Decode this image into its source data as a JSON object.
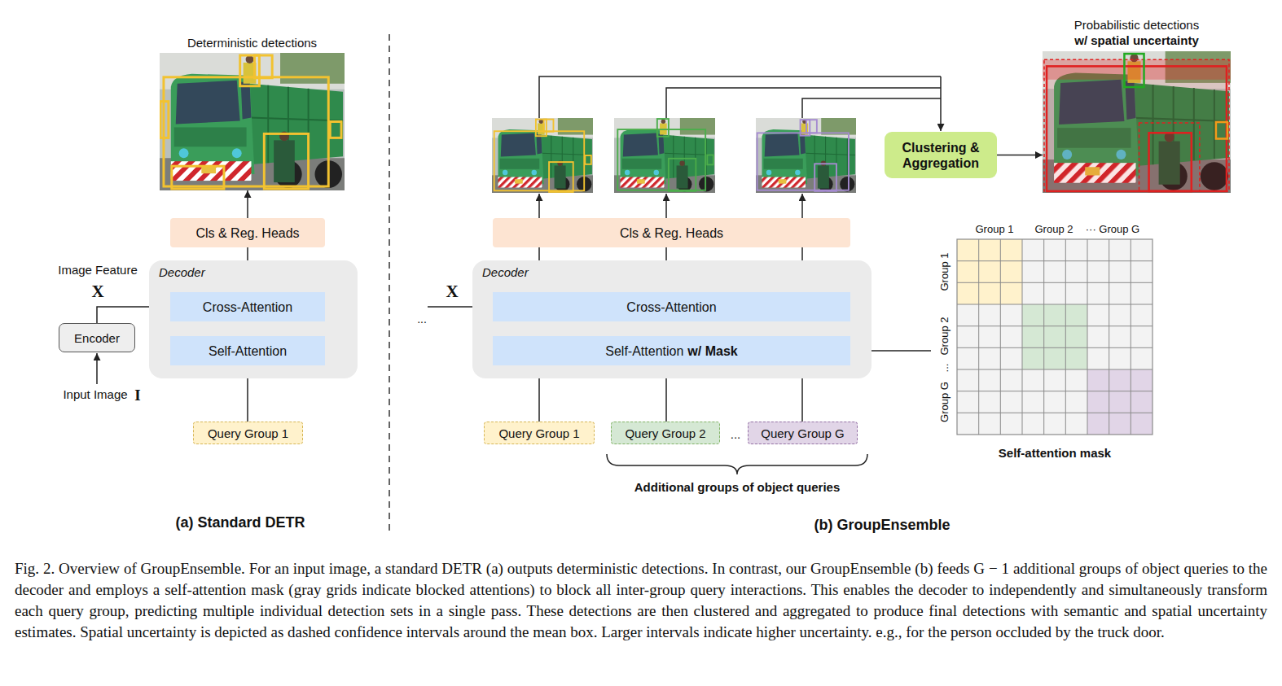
{
  "diagram": {
    "caption": "Fig. 2. Overview of GroupEnsemble. For an input image, a standard DETR (a) outputs deterministic detections. In contrast, our GroupEnsemble (b) feeds G − 1 additional groups of object queries to the decoder and employs a self-attention mask (gray grids indicate blocked attentions) to block all inter-group query interactions. This enables the decoder to independently and simultaneously transform each query group, predicting multiple individual detection sets in a single pass. These detections are then clustered and aggregated to produce final detections with semantic and spatial uncertainty estimates. Spatial uncertainty is depicted as dashed confidence intervals around the mean box. Larger intervals indicate higher uncertainty. e.g., for the person occluded by the truck door.",
    "nodes": [
      {
        "text": [
          "Deterministic detections"
        ]
      },
      {
        "text": [
          "Cls & Reg. Heads"
        ]
      },
      {
        "text": [
          "Decoder"
        ]
      },
      {
        "text": [
          "Cross-Attention"
        ],
        "in": 2
      },
      {
        "text": [
          "Self-Attention"
        ],
        "in": 2
      },
      {
        "text": [
          "Encoder"
        ]
      },
      {
        "text": [
          "Query Group 1"
        ]
      },
      {
        "text": [
          "Probabilistic detections",
          "w/ spatial uncertainty"
        ]
      },
      {
        "text": [
          "Clustering & Aggregation"
        ]
      },
      {
        "text": [
          "Cls & Reg. Heads"
        ]
      },
      {
        "text": [
          "Decoder"
        ]
      },
      {
        "text": [
          "Cross-Attention"
        ],
        "in": 10
      },
      {
        "text": [
          "Self-Attention",
          "w/ Mask"
        ],
        "in": 10
      },
      {
        "text": [
          "Self-attention mask"
        ]
      },
      {
        "text": [
          "Query Group 1"
        ]
      },
      {
        "text": [
          "Query Group 2"
        ]
      },
      {
        "text": [
          "Query Group G"
        ]
      }
    ],
    "edges": [
      {
        "from": 6,
        "to": 4,
        "arrow": "none"
      },
      {
        "from": 4,
        "to": 3,
        "arrow": "none"
      },
      {
        "from": 3,
        "to": 1,
        "arrow": "none"
      },
      {
        "from": 1,
        "to": 0,
        "arrow": "to"
      },
      {
        "from": 5,
        "to": 3,
        "arrow": "to"
      },
      {
        "from": 14,
        "to": 12,
        "arrow": "none"
      },
      {
        "from": 15,
        "to": 12,
        "arrow": "none"
      },
      {
        "from": 16,
        "to": 12,
        "arrow": "none"
      },
      {
        "from": 12,
        "to": 11,
        "arrow": "none"
      },
      {
        "from": 12,
        "to": 11,
        "arrow": "none"
      },
      {
        "from": 12,
        "to": 11,
        "arrow": "none"
      },
      {
        "from": 11,
        "to": 9,
        "arrow": "none"
      },
      {
        "from": 11,
        "to": 9,
        "arrow": "none"
      },
      {
        "from": 11,
        "to": 9,
        "arrow": "none"
      },
      {
        "from": 8,
        "to": 7,
        "arrow": "to"
      },
      {
        "from": 13,
        "to": 12,
        "arrow": "to"
      }
    ],
    "labels": [
      "Image Feature",
      "X",
      "Input Image",
      "I",
      "(a) Standard DETR",
      "X",
      "...",
      "...",
      "Additional groups of object queries",
      "Group 1",
      "Group 2",
      "··· Group G",
      "Group 1",
      "Group 2",
      "...",
      "Group G",
      "(b) GroupEnsemble"
    ]
  }
}
